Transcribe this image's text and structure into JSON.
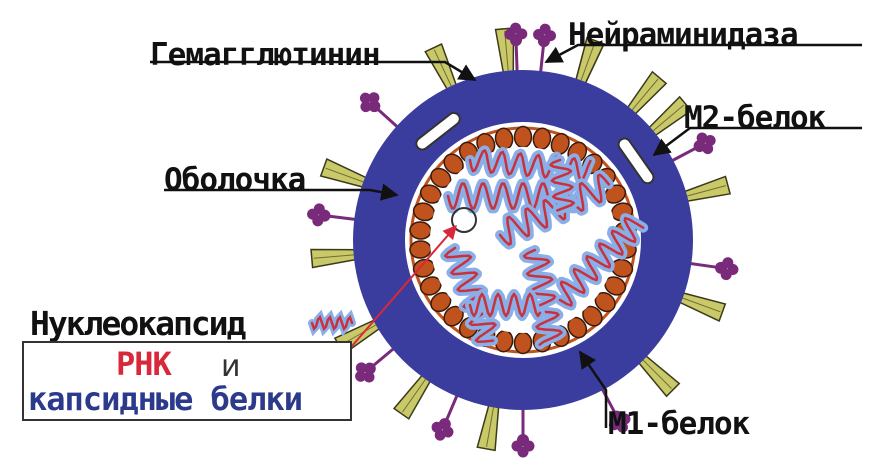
{
  "labels": {
    "hemagglutinin": "Гемагглютинин",
    "neuraminidase": "Нейраминидаза",
    "m2_protein": "М2-белок",
    "envelope": "Оболочка",
    "nucleocapsid": "Нуклеокапсид",
    "m1_protein": "М1-белок"
  },
  "legend": {
    "rna": "РНК",
    "and": "и",
    "capsid_proteins": "капсидные белки"
  },
  "colors": {
    "envelope": "#3a3d9e",
    "hemagglutinin": "#c9c96a",
    "neuraminidase": "#7a2a7a",
    "m1_protein": "#c0521e",
    "rna": "#c8323c",
    "capsid": "#8aaee8",
    "pointer": "#d8283a"
  }
}
